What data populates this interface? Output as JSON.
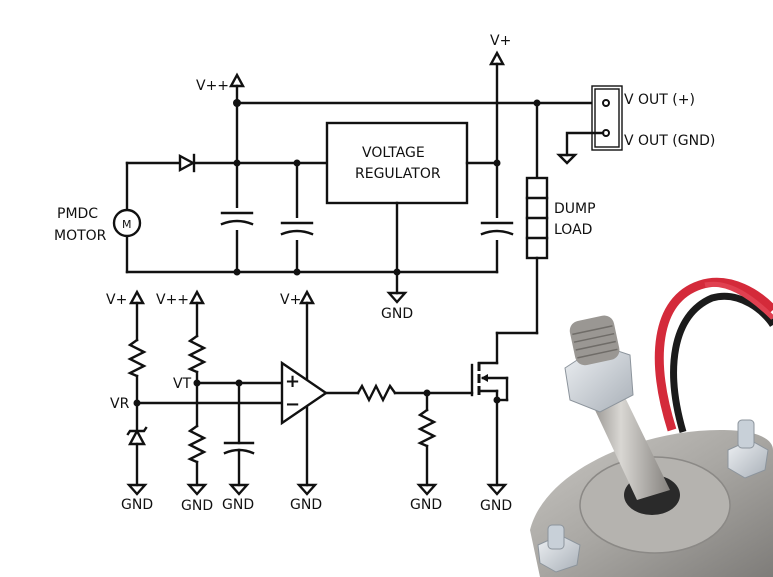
{
  "diagram": {
    "title": "PMDC motor generator with voltage regulator and dump load controller",
    "power_labels": {
      "vpp_top": "V++",
      "vp_top": "V+",
      "vp_left": "V+",
      "vpp_mid": "V++",
      "vp_opamp": "V+"
    },
    "components": {
      "motor_label_line1": "PMDC",
      "motor_label_line2": "MOTOR",
      "motor_symbol": "M",
      "regulator_line1": "VOLTAGE",
      "regulator_line2": "REGULATOR",
      "dump_load_line1": "DUMP",
      "dump_load_line2": "LOAD",
      "opamp_plus": "+",
      "opamp_minus": "−"
    },
    "connector": {
      "pin1": "V OUT (+)",
      "pin2": "V OUT (GND)"
    },
    "nodes": {
      "vt": "VT",
      "vr": "VR"
    },
    "grounds": {
      "regulator": "GND",
      "zener": "GND",
      "divider": "GND",
      "cap": "GND",
      "opamp": "GND",
      "gate_resistor": "GND",
      "mosfet": "GND"
    },
    "photo": {
      "subject": "PMDC motor with threaded shaft and red/black leads",
      "colors": {
        "housing": "#a8a6a2",
        "shaft": "#bdbab5",
        "wire_red": "#d42a3a",
        "wire_black": "#1b1b1b"
      }
    }
  }
}
